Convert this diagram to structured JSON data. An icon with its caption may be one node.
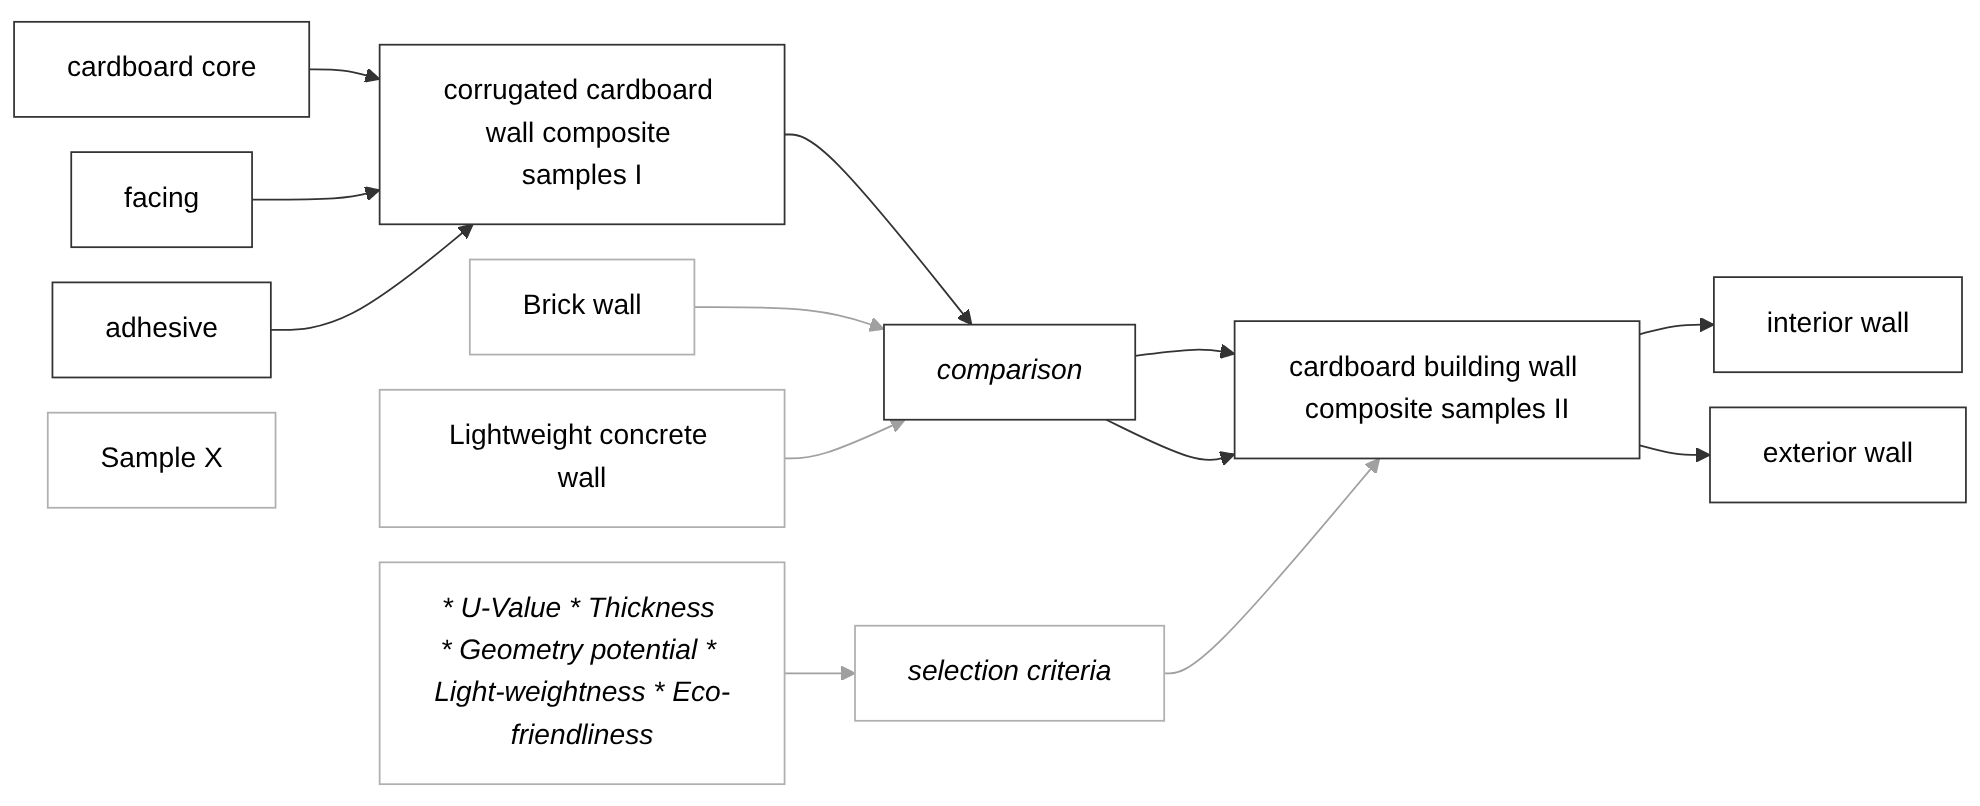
{
  "diagram": {
    "nodes": [
      {
        "text": [
          "cardboard core"
        ]
      },
      {
        "text": [
          "facing"
        ]
      },
      {
        "text": [
          "adhesive"
        ]
      },
      {
        "text": [
          "corrugated cardboard wall composite samples I"
        ]
      },
      {
        "text": [
          "Brick wall"
        ]
      },
      {
        "text": [
          "Lightweight concrete wall"
        ]
      },
      {
        "text": [
          "Sample X"
        ]
      },
      {
        "text": [
          "comparison"
        ]
      },
      {
        "text": [
          "cardboard building wall composite samples II"
        ]
      },
      {
        "text": [
          "interior wall"
        ]
      },
      {
        "text": [
          "exterior wall"
        ]
      },
      {
        "text": [
          "selection criteria"
        ]
      },
      {
        "text": [
          "* U-Value * Thickness * Geometry potential * Light-weightness * Eco-friendliness"
        ]
      }
    ],
    "edges": [
      {
        "from": 0,
        "to": 3,
        "arrow": "to"
      },
      {
        "from": 1,
        "to": 3,
        "arrow": "to"
      },
      {
        "from": 2,
        "to": 3,
        "arrow": "to"
      },
      {
        "from": 3,
        "to": 7,
        "arrow": "to"
      },
      {
        "from": 4,
        "to": 7,
        "arrow": "to",
        "color": "#a0a0a0"
      },
      {
        "from": 5,
        "to": 7,
        "arrow": "to",
        "color": "#a0a0a0"
      },
      {
        "from": 7,
        "to": 8,
        "arrow": "to"
      },
      {
        "from": 7,
        "to": 8,
        "arrow": "to"
      },
      {
        "from": 8,
        "to": 9,
        "arrow": "to"
      },
      {
        "from": 8,
        "to": 10,
        "arrow": "to"
      },
      {
        "from": 11,
        "to": 8,
        "arrow": "to",
        "color": "#a0a0a0"
      },
      {
        "from": 12,
        "to": 11,
        "arrow": "to",
        "color": "#a0a0a0"
      }
    ]
  }
}
